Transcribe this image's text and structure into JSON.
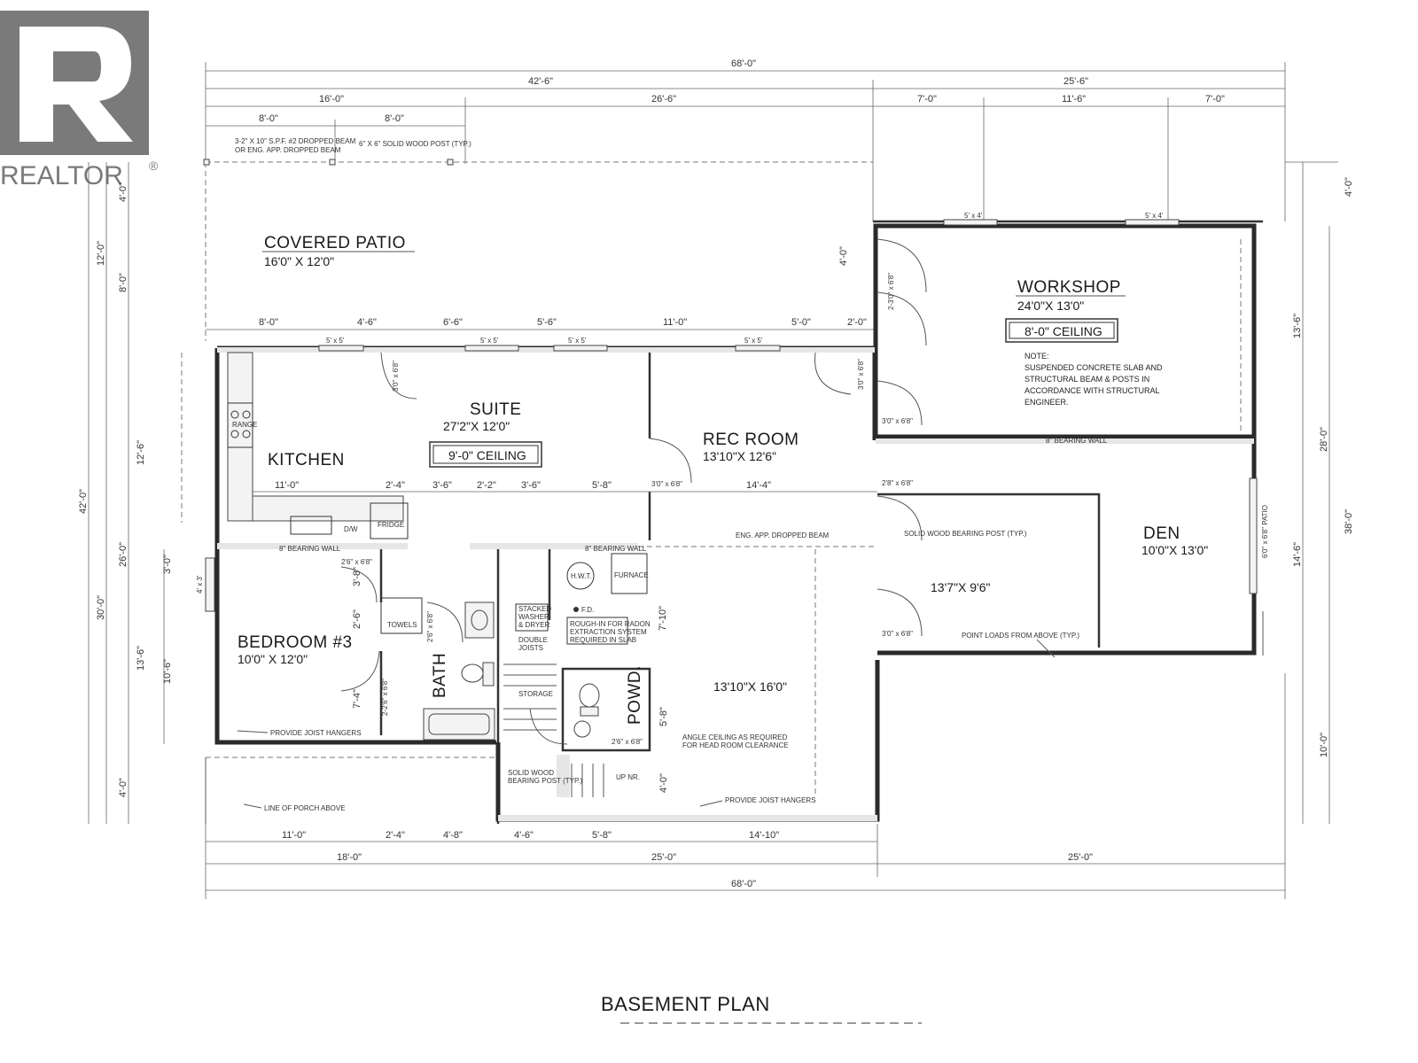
{
  "logo": {
    "text": "REALTOR",
    "reg": "®",
    "letter": "R"
  },
  "plan_title": "BASEMENT PLAN",
  "rooms": {
    "covered_patio": {
      "name": "COVERED PATIO",
      "dims": "16'0\" X 12'0\""
    },
    "workshop": {
      "name": "WORKSHOP",
      "dims": "24'0\"X 13'0\"",
      "ceiling": "8'-0\" CEILING",
      "note": [
        "NOTE:",
        "SUSPENDED CONCRETE SLAB AND",
        "STRUCTURAL BEAM & POSTS IN",
        "ACCORDANCE WITH STRUCTURAL",
        "ENGINEER."
      ]
    },
    "suite": {
      "name": "SUITE",
      "dims": "27'2\"X 12'0\"",
      "ceiling": "9'-0\" CEILING"
    },
    "kitchen": {
      "name": "KITCHEN"
    },
    "rec_room": {
      "name": "REC ROOM",
      "dims": "13'10\"X 12'6\""
    },
    "den": {
      "name": "DEN",
      "dims": "10'0\"X 13'0\""
    },
    "storage_room": {
      "dims": "13'7\"X 9'6\""
    },
    "bedroom3": {
      "name": "BEDROOM #3",
      "dims": "10'0\" X 12'0\""
    },
    "bath": {
      "name": "BATH"
    },
    "powd": {
      "name": "POWD."
    },
    "lower_rec": {
      "dims": "13'10\"X 16'0\""
    }
  },
  "fixtures": {
    "range": "RANGE",
    "dw": "D/W",
    "fridge": "FRIDGE",
    "hwt": "H.W.T.",
    "furnace": "FURNACE",
    "fd": "F.D.",
    "towels": "TOWELS",
    "washer": [
      "STACKED",
      "WASHER",
      "& DRYER"
    ],
    "storage": "STORAGE",
    "double_joists": [
      "DOUBLE",
      "JOISTS"
    ],
    "up": "UP NR."
  },
  "notes": {
    "bearing_wall_1": "8\" BEARING WALL",
    "bearing_wall_2": "8\" BEARING WALL",
    "bearing_wall_3": "8\" BEARING WALL",
    "dropped_beam": "ENG. APP. DROPPED BEAM",
    "solid_post": "SOLID WOOD BEARING POST (TYP.)",
    "point_loads": "POINT LOADS FROM ABOVE (TYP.)",
    "joist_hangers_1": "PROVIDE JOIST HANGERS",
    "joist_hangers_2": "PROVIDE JOIST HANGERS",
    "porch_line": "LINE OF PORCH ABOVE",
    "angle_ceiling": [
      "ANGLE CEILING AS REQUIRED",
      "FOR HEAD ROOM CLEARANCE"
    ],
    "solid_post_2": [
      "SOLID WOOD",
      "BEARING POST (TYP.)"
    ],
    "dropped_beam_top": [
      "3-2\" X 10\" S.P.F. #2 DROPPED BEAM",
      "OR ENG. APP. DROPPED BEAM"
    ],
    "wood_post": "6\" X 6\" SOLID WOOD POST (TYP.)",
    "radon": [
      "ROUGH-IN FOR RADON",
      "EXTRACTION SYSTEM",
      "REQUIRED IN SLAB"
    ]
  },
  "doors": {
    "d1": "3'0\" x 6'8\"",
    "d2": "3'0\" x 6'8\"",
    "d3": "3'0\" x 6'8\"",
    "d4": "3'0\" x 6'8\"",
    "d5": "2'8\" x 6'8\"",
    "d6": "3'0\" x 6'8\"",
    "d7": "2'6\" x 6'8\"",
    "d8": "2'6\" x 6'8\"",
    "d9": "2'6\" x 6'8\"",
    "d10": "2-3'0\" x 6'8\"",
    "d11": "6'0\" x 6'8\" PATIO",
    "d12": "2-2'6\" x 6'8\""
  },
  "windows": {
    "w1": "5' x 5'",
    "w2": "5' x 5'",
    "w3": "5' x 5'",
    "w4": "5' x 5'",
    "w5": "5' x 4'",
    "w6": "5' x 4'",
    "w7": "4' x 3'"
  },
  "dimensions": {
    "top": {
      "overall": "68'-0\"",
      "row1": [
        "42'-6\"",
        "25'-6\""
      ],
      "row2": [
        "16'-0\"",
        "26'-6\"",
        "7'-0\"",
        "11'-6\"",
        "7'-0\""
      ],
      "row3": [
        "8'-0\"",
        "8'-0\""
      ],
      "row4": [
        "8'-0\"",
        "4'-6\"",
        "6'-6\"",
        "5'-6\"",
        "11'-0\"",
        "5'-0\"",
        "2'-0\""
      ]
    },
    "inner_row": [
      "11'-0\"",
      "2'-4\"",
      "3'-6\"",
      "2'-2\"",
      "3'-6\"",
      "5'-8\"",
      "14'-4\""
    ],
    "bottom": {
      "row1": [
        "11'-0\"",
        "2'-4\"",
        "4'-8\"",
        "4'-6\"",
        "5'-8\"",
        "14'-10\""
      ],
      "row2": [
        "18'-0\"",
        "25'-0\"",
        "25'-0\""
      ],
      "overall": "68'-0\""
    },
    "left": {
      "overall": "42'-0\"",
      "col1": [
        "12'-0\"",
        "30'-0\""
      ],
      "col2": [
        "4'-0\"",
        "8'-0\"",
        "12'-6\"",
        "26'-0\"",
        "13'-6\"",
        "4'-0\""
      ],
      "col3": [
        "3'-0\"",
        "10'-6\""
      ]
    },
    "right": {
      "col1": [
        "4'-0\"",
        "13'-6\"",
        "14'-6\"",
        "10'-0\""
      ],
      "col2": [
        "28'-0\"",
        "38'-0\""
      ]
    },
    "misc": [
      "4'-0\"",
      "3'-8\"",
      "2'-6\"",
      "7'-4\"",
      "7'-10\"",
      "5'-8\"",
      "4'-0\""
    ]
  }
}
